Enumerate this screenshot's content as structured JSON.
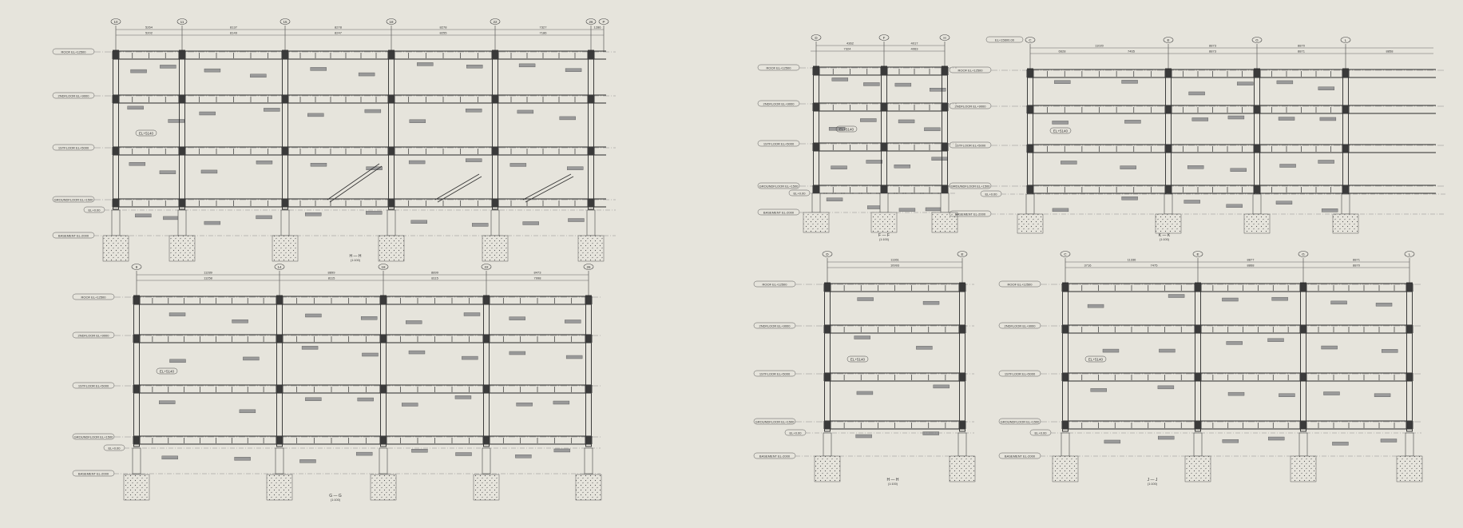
{
  "colors": {
    "background": "#e6e4dc",
    "line": "#2a2a2a",
    "tag_fill": "#9a9a9a",
    "dim": "#555555"
  },
  "sections": [
    {
      "title": "H — H",
      "scale": "(1:100)",
      "grids": [
        "10",
        "11",
        "15",
        "18",
        "22",
        "26",
        "P"
      ],
      "dims_outer": [
        "5264",
        "8137",
        "8278",
        "8278",
        "7327",
        "1286"
      ],
      "dims_inner": [
        "5202",
        "8149",
        "8247",
        "8255",
        "7186"
      ],
      "levels": [
        "ROOF EL+12500",
        "2NDFLOOR EL+9000",
        "1STFLOOR EL+5000",
        "GROUNDFLOOR EL+1500",
        "EL+0.00",
        "BASEMENT EL-2000"
      ],
      "note": "EL+5140"
    },
    {
      "title": "F — F",
      "scale": "(1:100)",
      "grids": [
        "D",
        "F",
        "H"
      ],
      "dims_outer": [
        "4362",
        "4017"
      ],
      "dims_inner": [
        "7324",
        "4063"
      ],
      "levels": [
        "ROOF EL+12500",
        "2NDFLOOR EL+9000",
        "1STFLOOR EL+5000",
        "GROUNDFLOOR EL+1500",
        "EL+0.00",
        "BASEMENT EL-2000"
      ],
      "note": "EL+5140"
    },
    {
      "title": "K — K",
      "scale": "(1:100)",
      "grids": [
        "C",
        "E",
        "G",
        "L"
      ],
      "dims_outer": [
        "11020",
        "8873",
        "8870"
      ],
      "dims_inner": [
        "6628",
        "7465",
        "8873",
        "8871",
        "8858"
      ],
      "levels": [
        "ROOF EL+12500",
        "2NDFLOOR EL+9000",
        "1STFLOOR EL+5000",
        "GROUNDFLOOR EL+1500",
        "EL+0.00",
        "BASEMENT EL-2000"
      ],
      "top_level": "EL+15600.00",
      "note": "EL+5140"
    },
    {
      "title": "G — G",
      "scale": "(1:100)",
      "grids": [
        "9",
        "14",
        "18",
        "22",
        "26"
      ],
      "dims_outer": [
        "11289",
        "8899",
        "8899",
        "8473"
      ],
      "dims_inner": [
        "11258",
        "8115",
        "8115",
        "7998"
      ],
      "levels": [
        "ROOF EL+12500",
        "2NDFLOOR EL+9000",
        "1STFLOOR EL+5000",
        "GROUNDFLOOR EL+1500",
        "EL+0.00",
        "BASEMENT EL-2000"
      ],
      "note": "EL+5140"
    },
    {
      "title": "H — H",
      "scale": "(1:100)",
      "grids": [
        "D",
        "E"
      ],
      "dims_outer": [
        "11361"
      ],
      "dims_inner": [
        "10993"
      ],
      "levels": [
        "ROOF EL+12500",
        "2NDFLOOR EL+9000",
        "1STFLOOR EL+5000",
        "GROUNDFLOOR EL+1500",
        "EL+0.00",
        "BASEMENT EL-2000"
      ],
      "note": "EL+5140"
    },
    {
      "title": "J — J",
      "scale": "(1:100)",
      "grids": [
        "C",
        "E",
        "G",
        "L"
      ],
      "dims_outer": [
        "11336",
        "8877",
        "8871"
      ],
      "dims_inner": [
        "3716",
        "7475",
        "8868",
        "8870"
      ],
      "levels": [
        "ROOF EL+12500",
        "2NDFLOOR EL+9000",
        "1STFLOOR EL+5000",
        "GROUNDFLOOR EL+1500",
        "EL+0.00",
        "BASEMENT EL-2000"
      ],
      "note": "EL+5140"
    }
  ]
}
